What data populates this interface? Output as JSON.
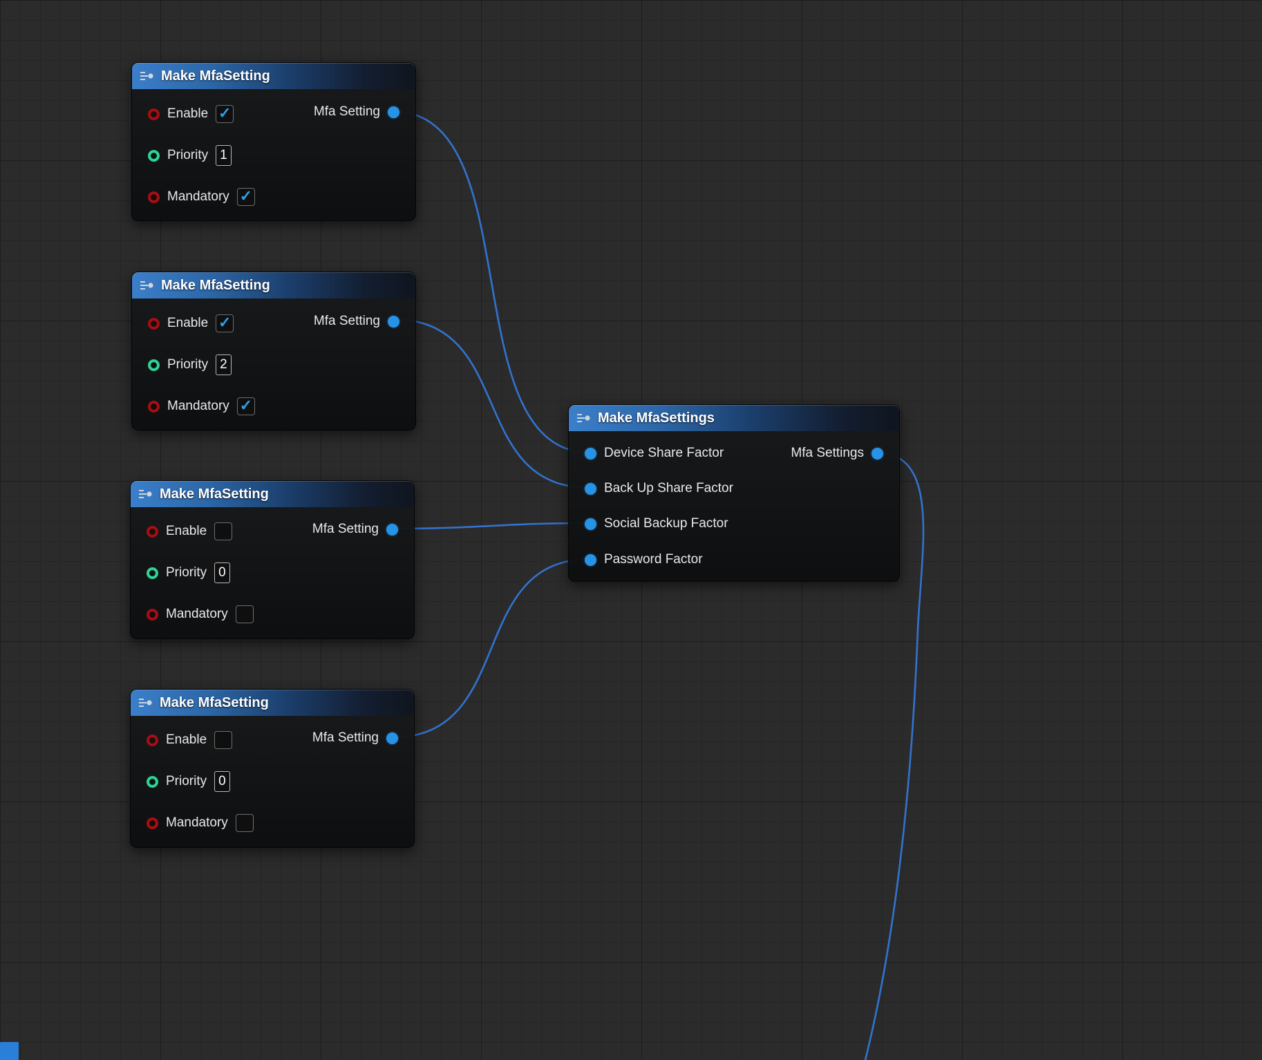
{
  "colors": {
    "wire": "#3273cf",
    "struct_pin": "#2793e6",
    "bool_pin": "#a80d13",
    "int_pin": "#2ed395",
    "check": "#2e9fe8",
    "header_accent": "#3b7fca"
  },
  "nodes": [
    {
      "title": "Make MfaSetting",
      "inputs": [
        {
          "label": "Enable",
          "type": "bool",
          "check": "✓"
        },
        {
          "label": "Priority",
          "type": "int",
          "value": "1"
        },
        {
          "label": "Mandatory",
          "type": "bool",
          "check": "✓"
        }
      ],
      "outputs": [
        {
          "label": "Mfa Setting",
          "type": "struct"
        }
      ]
    },
    {
      "title": "Make MfaSetting",
      "inputs": [
        {
          "label": "Enable",
          "type": "bool",
          "check": "✓"
        },
        {
          "label": "Priority",
          "type": "int",
          "value": "2"
        },
        {
          "label": "Mandatory",
          "type": "bool",
          "check": "✓"
        }
      ],
      "outputs": [
        {
          "label": "Mfa Setting",
          "type": "struct"
        }
      ]
    },
    {
      "title": "Make MfaSetting",
      "inputs": [
        {
          "label": "Enable",
          "type": "bool",
          "check": ""
        },
        {
          "label": "Priority",
          "type": "int",
          "value": "0"
        },
        {
          "label": "Mandatory",
          "type": "bool",
          "check": ""
        }
      ],
      "outputs": [
        {
          "label": "Mfa Setting",
          "type": "struct"
        }
      ]
    },
    {
      "title": "Make MfaSetting",
      "inputs": [
        {
          "label": "Enable",
          "type": "bool",
          "check": ""
        },
        {
          "label": "Priority",
          "type": "int",
          "value": "0"
        },
        {
          "label": "Mandatory",
          "type": "bool",
          "check": ""
        }
      ],
      "outputs": [
        {
          "label": "Mfa Setting",
          "type": "struct"
        }
      ]
    },
    {
      "title": "Make MfaSettings",
      "inputs": [
        {
          "label": "Device Share Factor",
          "type": "struct"
        },
        {
          "label": "Back Up Share Factor",
          "type": "struct"
        },
        {
          "label": "Social Backup Factor",
          "type": "struct"
        },
        {
          "label": "Password Factor",
          "type": "struct"
        }
      ],
      "outputs": [
        {
          "label": "Mfa Settings",
          "type": "struct"
        }
      ]
    }
  ]
}
